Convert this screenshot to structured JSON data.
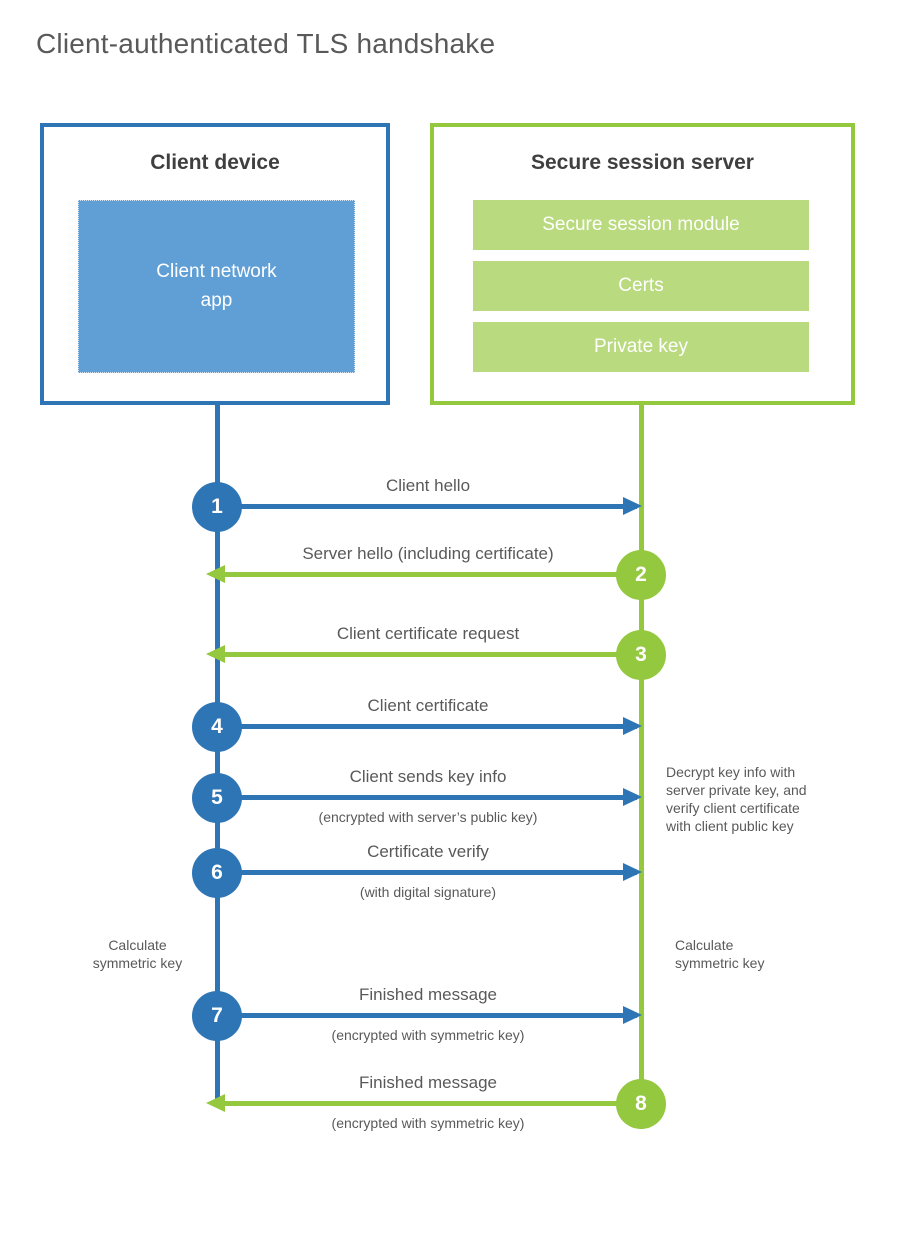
{
  "title": "Client-authenticated TLS handshake",
  "colors": {
    "blue_stroke": "#2e75b5",
    "blue_fill": "#609fd6",
    "green_stroke": "#94c83e",
    "green_fill": "#b9da7e",
    "heading_text": "#3f3f3f",
    "label_text": "#595959"
  },
  "client": {
    "header": "Client device",
    "app_line1": "Client network",
    "app_line2": "app"
  },
  "server": {
    "header": "Secure session server",
    "modules": [
      "Secure session module",
      "Certs",
      "Private key"
    ]
  },
  "messages": [
    {
      "num": "1",
      "label": "Client hello",
      "sublabel": "",
      "direction": "right",
      "color": "blue"
    },
    {
      "num": "2",
      "label": "Server hello (including certificate)",
      "sublabel": "",
      "direction": "left",
      "color": "green"
    },
    {
      "num": "3",
      "label": "Client certificate request",
      "sublabel": "",
      "direction": "left",
      "color": "green"
    },
    {
      "num": "4",
      "label": "Client certificate",
      "sublabel": "",
      "direction": "right",
      "color": "blue"
    },
    {
      "num": "5",
      "label": "Client sends key info",
      "sublabel": "(encrypted with server’s public key)",
      "direction": "right",
      "color": "blue"
    },
    {
      "num": "6",
      "label": "Certificate verify",
      "sublabel": "(with digital signature)",
      "direction": "right",
      "color": "blue"
    },
    {
      "num": "7",
      "label": "Finished message",
      "sublabel": "(encrypted with symmetric key)",
      "direction": "right",
      "color": "blue"
    },
    {
      "num": "8",
      "label": "Finished message",
      "sublabel": "(encrypted with symmetric key)",
      "direction": "left",
      "color": "green"
    }
  ],
  "notes": {
    "decrypt": "Decrypt key info with server private key, and verify client certificate with client public key",
    "calc_left": "Calculate symmetric key",
    "calc_right": "Calculate symmetric key"
  }
}
